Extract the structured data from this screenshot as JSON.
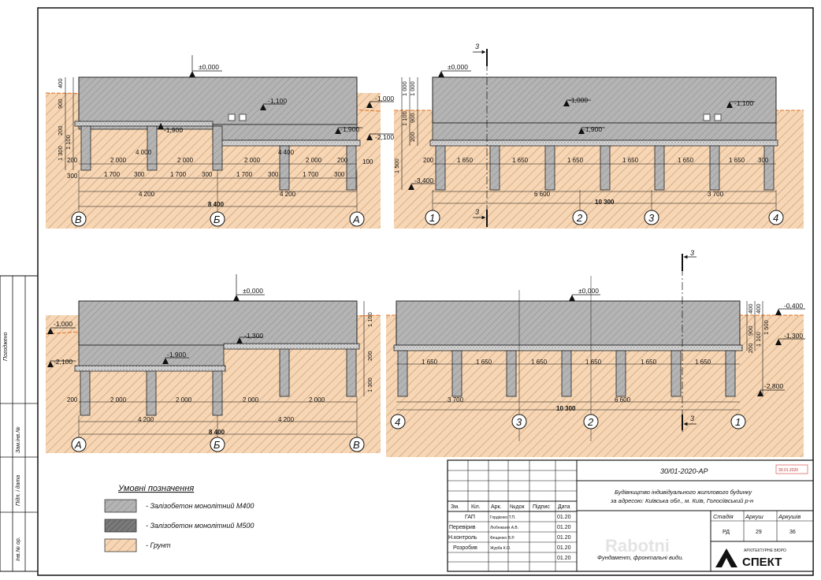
{
  "axes": {
    "v1": [
      "В",
      "Б",
      "А"
    ],
    "v2": [
      "1",
      "2",
      "3",
      "4"
    ],
    "v3": [
      "А",
      "Б",
      "В"
    ],
    "v4": [
      "4",
      "3",
      "2",
      "1"
    ]
  },
  "section_mark": "3",
  "levels": {
    "zero": "±0,000",
    "m0400": "-0,400",
    "m1000": "-1,000",
    "m1100": "-1,100",
    "m1300": "-1,300",
    "m1900": "-1,900",
    "m2100": "-2,100",
    "m2800": "-2,800",
    "m3400": "-3,400"
  },
  "dims": {
    "d100": "100",
    "d200": "200",
    "d300": "300",
    "d400": "400",
    "d900": "900",
    "d1000": "1 000",
    "d1100": "1 100",
    "d1300": "1 300",
    "d1500": "1 500",
    "d1650": "1 650",
    "d1700": "1 700",
    "d2000": "2 000",
    "d3700": "3 700",
    "d4000": "4 000",
    "d4200": "4 200",
    "d4400": "4 400",
    "d6600": "6 600",
    "d8400": "8 400",
    "d10300": "10 300"
  },
  "legend": {
    "title": "Умовні позначення",
    "items": [
      {
        "label": "- Залізобетон монолітний М400",
        "color": "#a8a8a8"
      },
      {
        "label": "- Залізобетон монолітний М500",
        "color": "#6b6b6b"
      },
      {
        "label": "- Грунт",
        "color": "#f2c9a0"
      }
    ]
  },
  "side_stamp": {
    "agreed": "Погоджено",
    "inv_repl": "Зам.інв.№",
    "sign_date": "Підп. і дата",
    "inv_orig": "Інв.№ ор."
  },
  "title_block": {
    "code": "30/01-2020-АР",
    "date_stamp": "30.01.2020",
    "project_line1": "Будівництво індивідуального житлового будинку",
    "project_line2": "за адресою: Київська обл., м. Київ, Голосіївський р-н",
    "header": {
      "zm": "Зм.",
      "kil": "Кіл.",
      "ark": "Арк.",
      "ndok": "№док",
      "pidpys": "Підпис",
      "data": "Дата"
    },
    "staff": [
      {
        "role": "ГАП",
        "name": "Гордієнко Т.П.",
        "date": "01.20"
      },
      {
        "role": "Перевірив",
        "name": "Любежанін А.В.",
        "date": "01.20"
      },
      {
        "role": "Н.контроль",
        "name": "Фещенко В.Р.",
        "date": "01.20"
      },
      {
        "role": "Розробив",
        "name": "Журба К.О.",
        "date": "01.20"
      }
    ],
    "stage_label": "Стадія",
    "sheet_label": "Аркуш",
    "sheets_label": "Аркушів",
    "stage": "РД",
    "sheet": "29",
    "sheets": "36",
    "drawing_title": "Фундамент, фронтальні види.",
    "firm_small": "АРХІТЕКТУРНЕ БЮРО",
    "firm": "СПЕКТ"
  },
  "watermark": "Rabotni"
}
